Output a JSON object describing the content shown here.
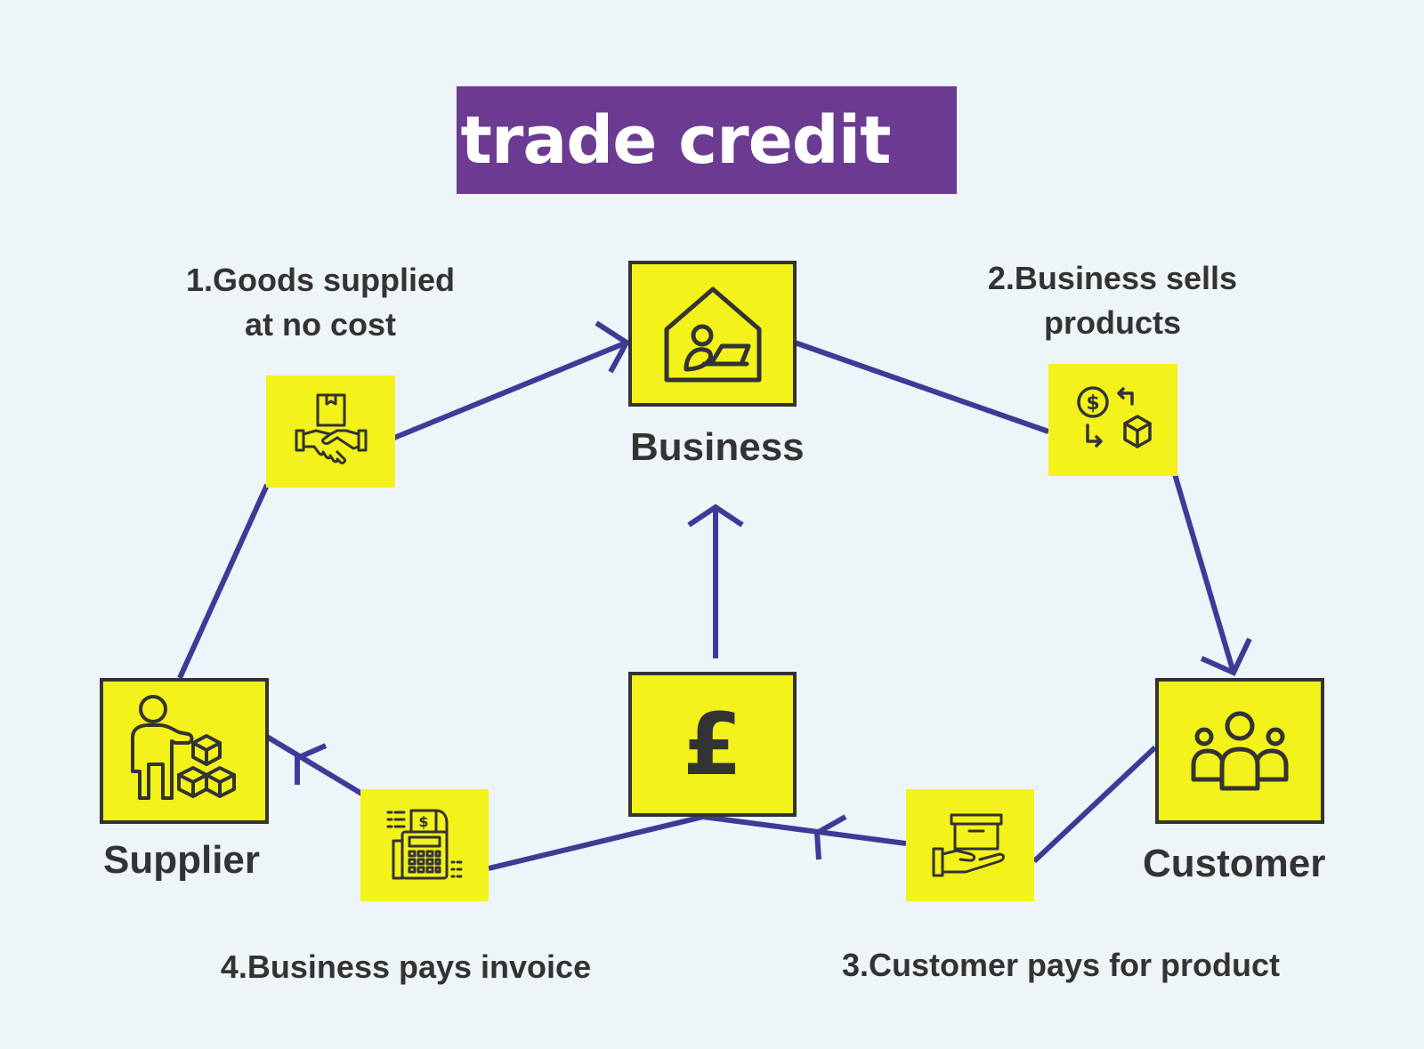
{
  "title": "trade credit",
  "colors": {
    "title_bg": "#6b3a91",
    "node_fill": "#f3f21a",
    "border": "#333333",
    "arrow": "#3d3b96",
    "background": "#eef5f9",
    "text": "#333333"
  },
  "nodes": {
    "business": {
      "label": "Business",
      "icon": "house-person-laptop-icon"
    },
    "supplier": {
      "label": "Supplier",
      "icon": "person-with-boxes-icon"
    },
    "customer": {
      "label": "Customer",
      "icon": "group-of-people-icon"
    },
    "money": {
      "symbol": "£",
      "icon": "pound-sign-icon"
    }
  },
  "steps": [
    {
      "line1": "1.Goods supplied",
      "line2": "at no cost",
      "icon": "handshake-box-icon"
    },
    {
      "line1": "2.Business sells",
      "line2": "products",
      "icon": "money-box-exchange-icon"
    },
    {
      "line1": "3.Customer pays for product",
      "line2": "",
      "icon": "hand-holding-box-icon"
    },
    {
      "line1": "4.Business pays invoice",
      "line2": "",
      "icon": "payment-terminal-icon"
    }
  ]
}
